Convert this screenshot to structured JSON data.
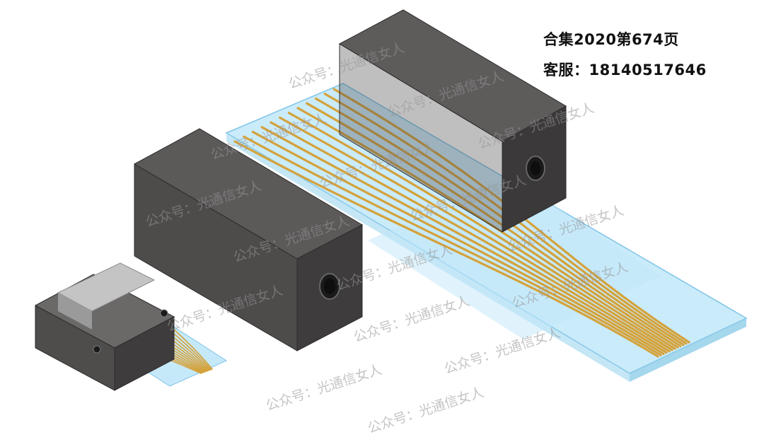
{
  "header": {
    "title": "合集2020第674页",
    "customer_service": "客服：18140517646"
  },
  "watermark": {
    "text": "公众号：光通信女人"
  },
  "colors": {
    "block_front": "#4e4b4b",
    "block_side": "#3f3c3c",
    "block_top": "#5d5a5a",
    "glass": "#9ed6f2",
    "fiber": "#d4a23b",
    "ferrule_silver": "#b9b9b9"
  },
  "components": {
    "fiber_count": 12
  }
}
